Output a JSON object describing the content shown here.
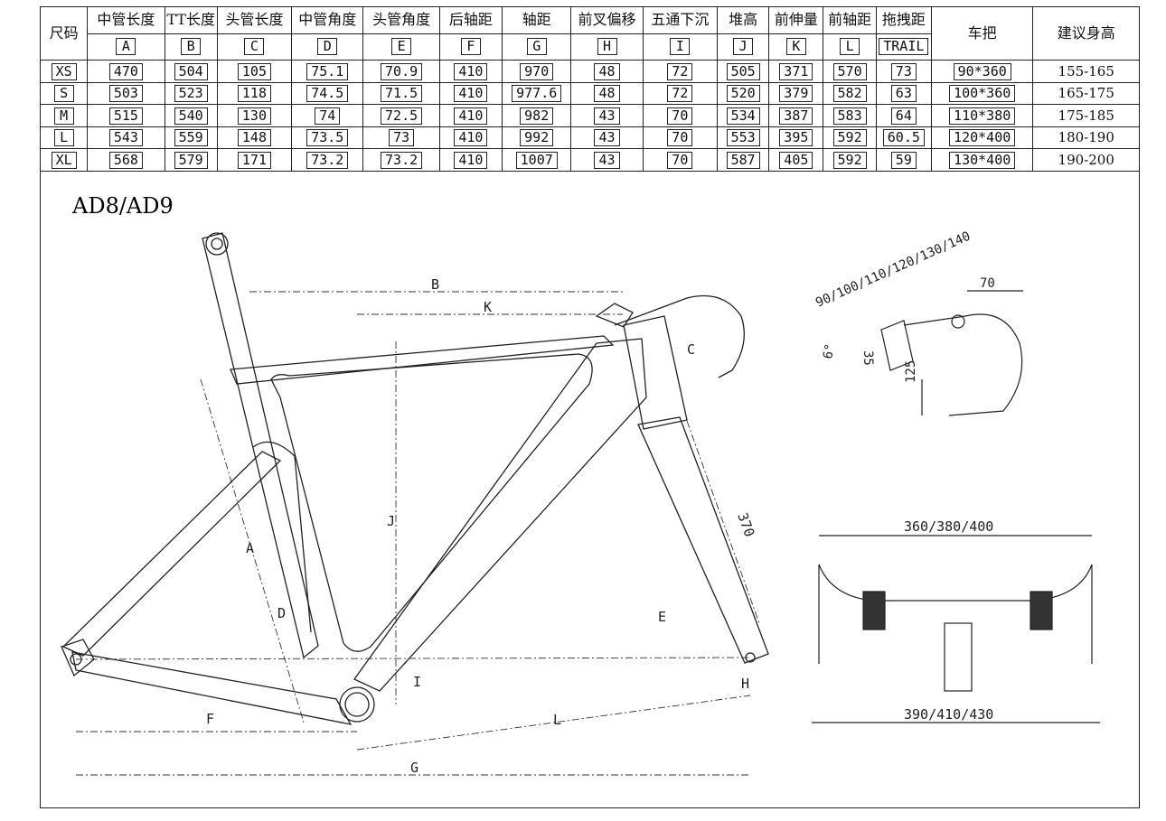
{
  "table": {
    "size_header": "尺码",
    "columns": [
      {
        "name": "中管长度",
        "code": "A"
      },
      {
        "name": "TT长度",
        "code": "B"
      },
      {
        "name": "头管长度",
        "code": "C"
      },
      {
        "name": "中管角度",
        "code": "D"
      },
      {
        "name": "头管角度",
        "code": "E"
      },
      {
        "name": "后轴距",
        "code": "F"
      },
      {
        "name": "轴距",
        "code": "G"
      },
      {
        "name": "前叉偏移",
        "code": "H"
      },
      {
        "name": "五通下沉",
        "code": "I"
      },
      {
        "name": "堆高",
        "code": "J"
      },
      {
        "name": "前伸量",
        "code": "K"
      },
      {
        "name": "前轴距",
        "code": "L"
      },
      {
        "name": "拖拽距",
        "code": "TRAIL"
      }
    ],
    "handlebar_header": "车把",
    "height_header": "建议身高",
    "rows": [
      {
        "size": "XS",
        "values": [
          "470",
          "504",
          "105",
          "75.1",
          "70.9",
          "410",
          "970",
          "48",
          "72",
          "505",
          "371",
          "570",
          "73"
        ],
        "bar": "90*360",
        "height": "155-165"
      },
      {
        "size": "S",
        "values": [
          "503",
          "523",
          "118",
          "74.5",
          "71.5",
          "410",
          "977.6",
          "48",
          "72",
          "520",
          "379",
          "582",
          "63"
        ],
        "bar": "100*360",
        "height": "165-175"
      },
      {
        "size": "M",
        "values": [
          "515",
          "540",
          "130",
          "74",
          "72.5",
          "410",
          "982",
          "43",
          "70",
          "534",
          "387",
          "583",
          "64"
        ],
        "bar": "110*380",
        "height": "175-185"
      },
      {
        "size": "L",
        "values": [
          "543",
          "559",
          "148",
          "73.5",
          "73",
          "410",
          "992",
          "43",
          "70",
          "553",
          "395",
          "592",
          "60.5"
        ],
        "bar": "120*400",
        "height": "180-190"
      },
      {
        "size": "XL",
        "values": [
          "568",
          "579",
          "171",
          "73.2",
          "73.2",
          "410",
          "1007",
          "43",
          "70",
          "587",
          "405",
          "592",
          "59"
        ],
        "bar": "130*400",
        "height": "190-200"
      }
    ]
  },
  "drawing": {
    "model": "AD8/AD9",
    "frame_labels": {
      "B": "B",
      "K": "K",
      "C": "C",
      "J": "J",
      "A": "A",
      "D": "D",
      "E": "E",
      "F": "F",
      "L": "L",
      "G": "G",
      "H": "H",
      "I": "I",
      "fork_length": "370"
    },
    "stem": {
      "lengths": "90/100/110/120/130/140",
      "width": "70",
      "angle": "6°",
      "spacer": "35",
      "height": "125"
    },
    "bar": {
      "top_width": "360/380/400",
      "bottom_width": "390/410/430"
    }
  }
}
